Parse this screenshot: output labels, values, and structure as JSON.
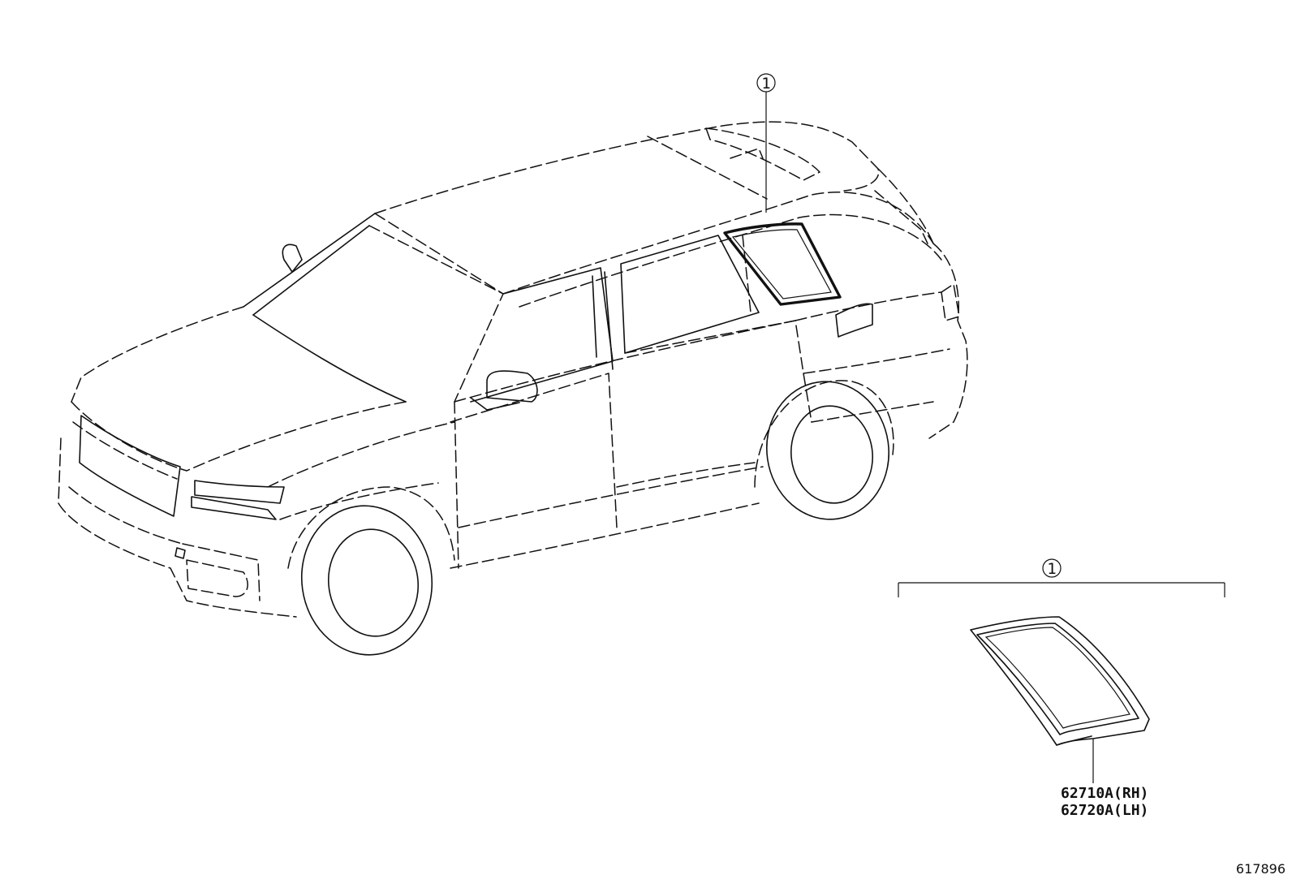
{
  "diagram": {
    "callout_number": "1",
    "group_callout_number": "1",
    "parts": [
      {
        "part_number": "62710A(RH)"
      },
      {
        "part_number": "62720A(LH)"
      }
    ],
    "illustration_id": "617896"
  }
}
